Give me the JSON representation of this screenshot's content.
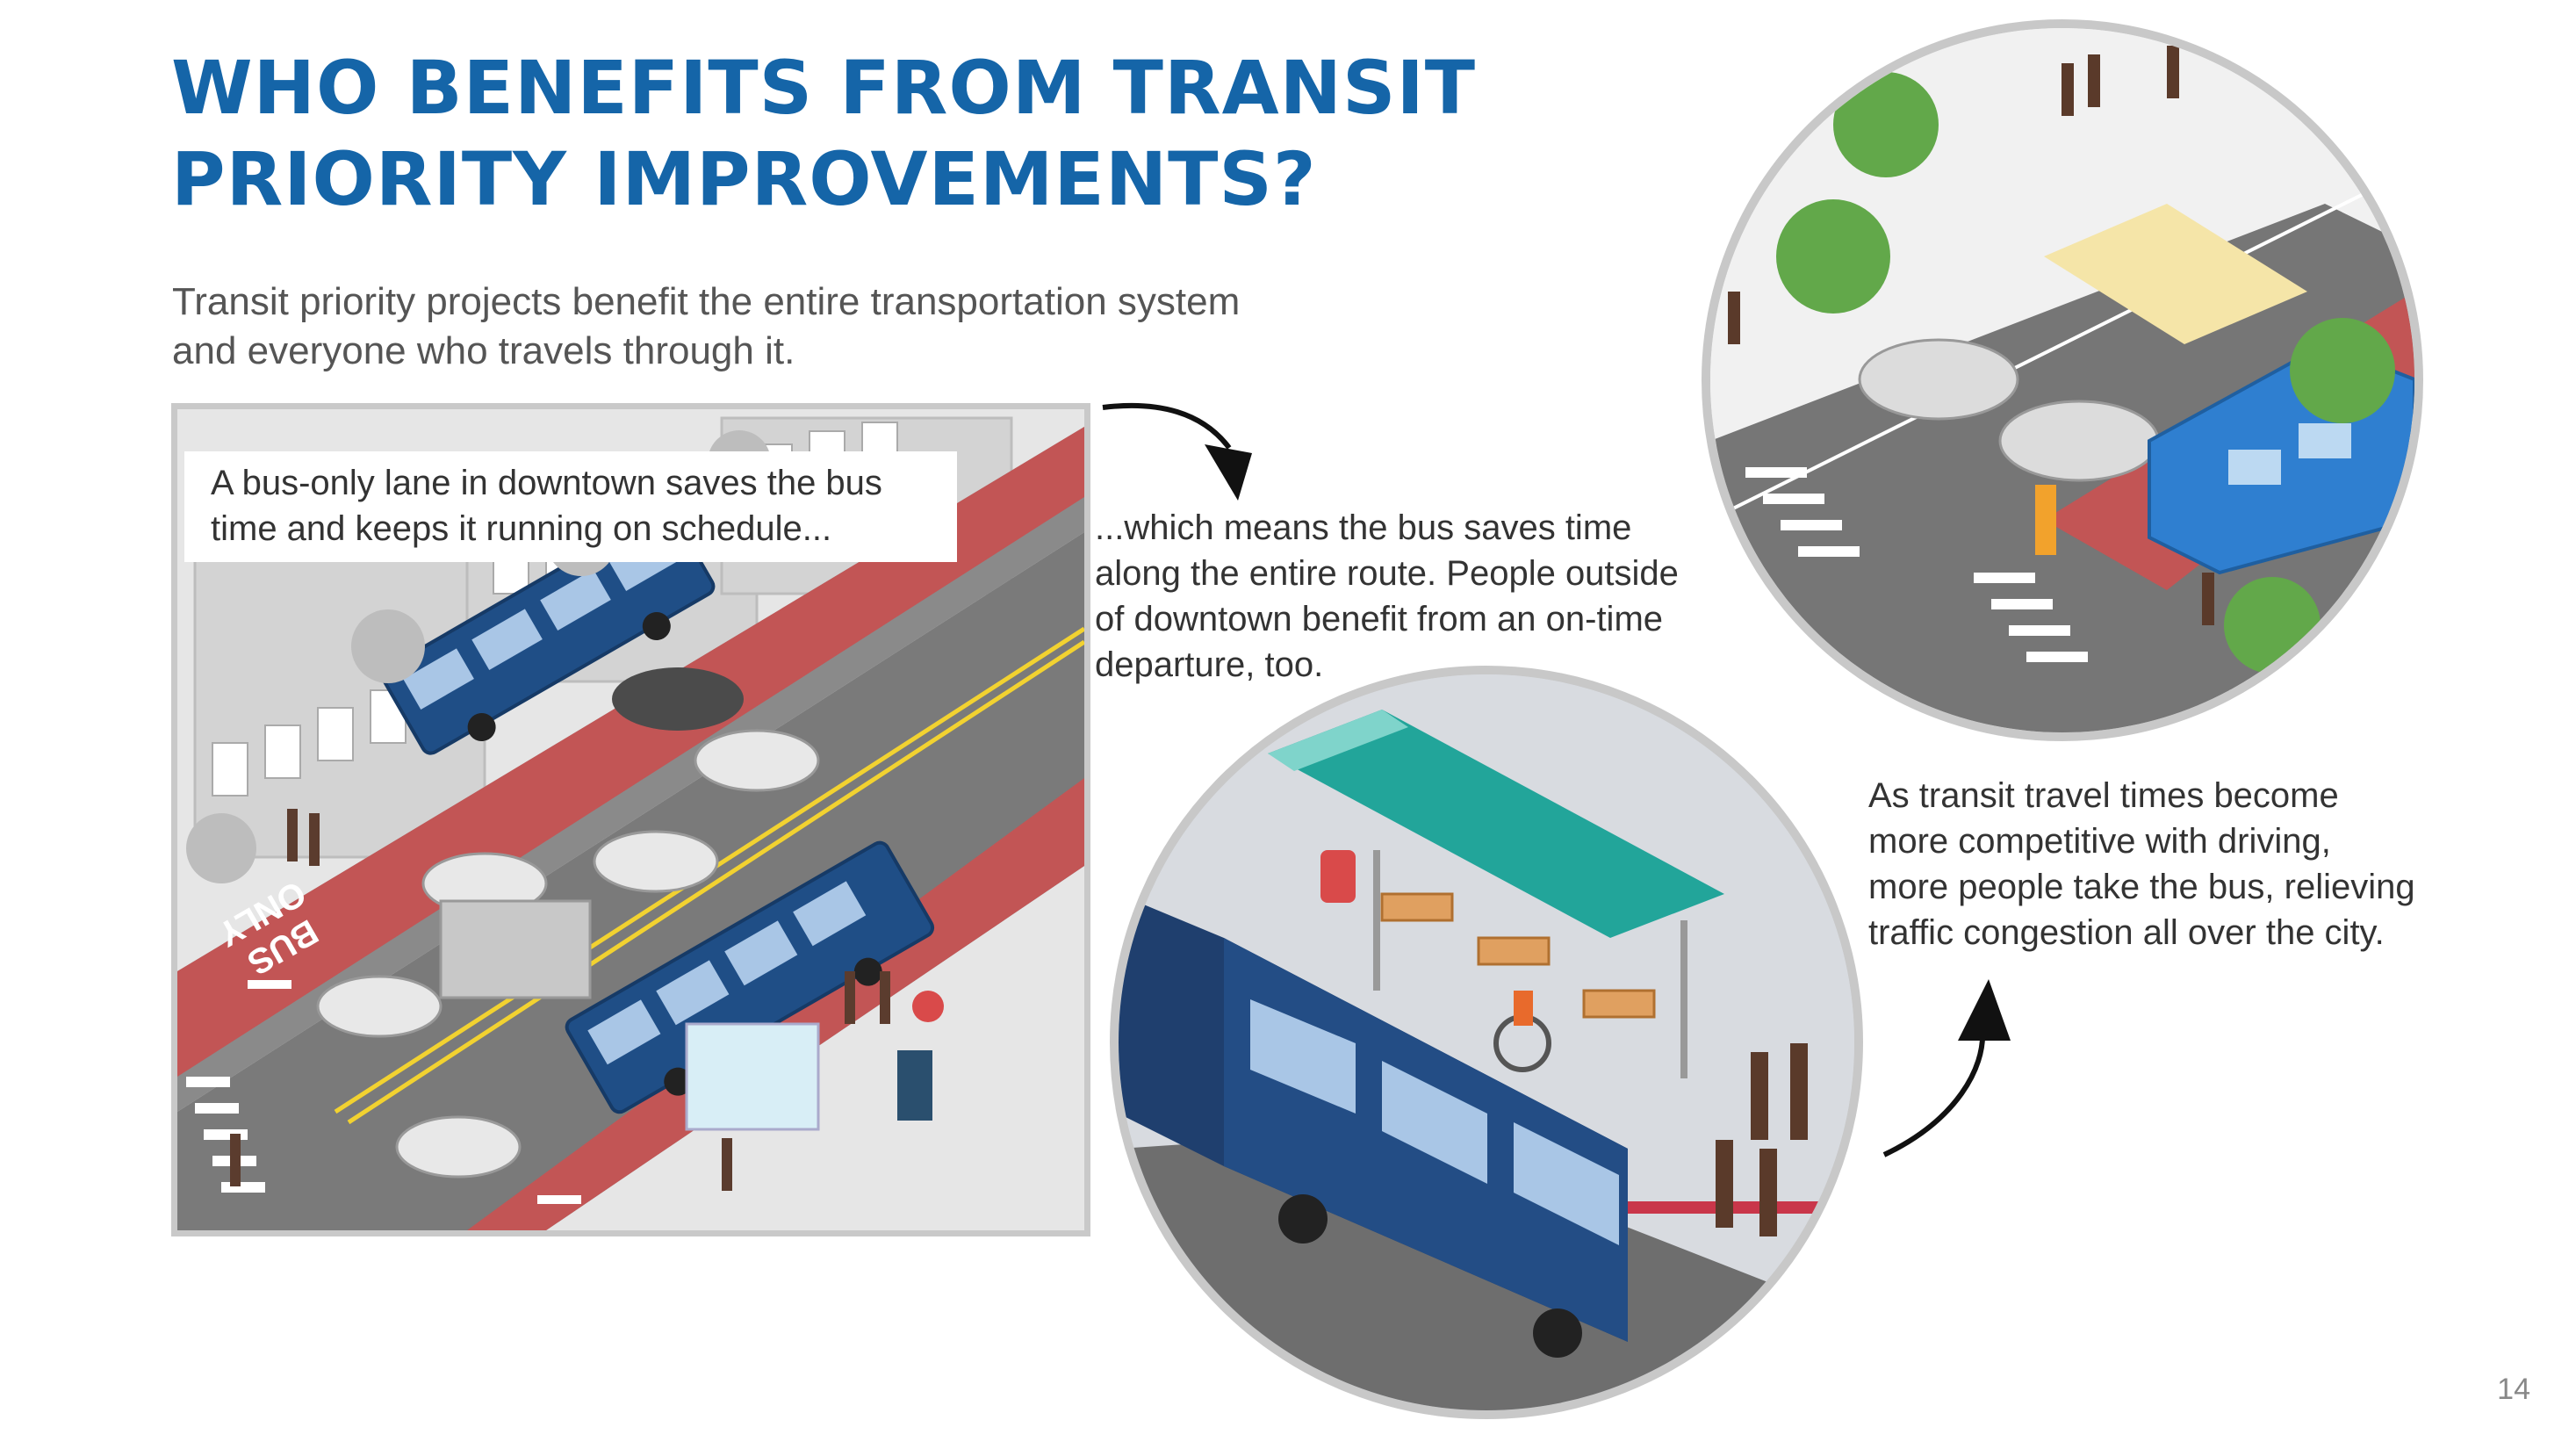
{
  "title": {
    "line1": "WHO BENEFITS FROM TRANSIT",
    "line2": "PRIORITY IMPROVEMENTS?"
  },
  "intro": {
    "line1": "Transit priority projects benefit the entire transportation system",
    "line2": "and everyone who travels through it."
  },
  "captions": {
    "downtown": {
      "line1": "A bus-only lane in downtown saves the bus",
      "line2": "time and keeps it running on schedule..."
    },
    "route": {
      "line1": "...which means the bus saves time",
      "line2": "along the entire route. People outside",
      "line3": "of downtown benefit from an on-time",
      "line4": "departure, too."
    },
    "city": {
      "line1": "As transit travel times become",
      "line2": "more competitive with driving,",
      "line3": "more people take the bus, relieving",
      "line4": "traffic congestion all over the city."
    }
  },
  "illustration_labels": {
    "bus_lane_marking_1": "BUS",
    "bus_lane_marking_2": "ONLY"
  },
  "page_number": "14",
  "colors": {
    "title_blue": "#1565a8",
    "bus_blue": "#1f4e86",
    "bus_lane_red": "#c25555",
    "shelter_teal": "#22a59a",
    "street_bus_blue": "#2f7fd0"
  }
}
